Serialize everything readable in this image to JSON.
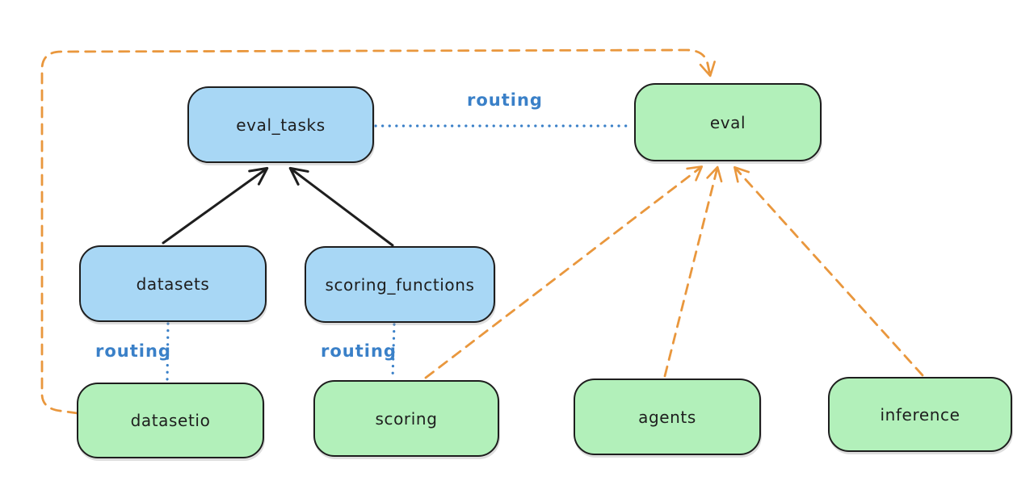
{
  "diagram": {
    "edge_label": "routing",
    "colors": {
      "api_fill": "#a8d7f5",
      "provider_fill": "#b2f0ba",
      "node_stroke": "#1e1e1e",
      "solid_arrow": "#1e1e1e",
      "routing_line": "#3a80c8",
      "dashed_arrow": "#e9973d",
      "background": "#ffffff"
    },
    "nodes": {
      "eval_tasks": {
        "label": "eval_tasks",
        "kind": "api"
      },
      "eval": {
        "label": "eval",
        "kind": "provider"
      },
      "datasets": {
        "label": "datasets",
        "kind": "api"
      },
      "scoring_functions": {
        "label": "scoring_functions",
        "kind": "api"
      },
      "datasetio": {
        "label": "datasetio",
        "kind": "provider"
      },
      "scoring": {
        "label": "scoring",
        "kind": "provider"
      },
      "agents": {
        "label": "agents",
        "kind": "provider"
      },
      "inference": {
        "label": "inference",
        "kind": "provider"
      }
    },
    "edges": [
      {
        "from": "datasets",
        "to": "eval_tasks",
        "style": "solid",
        "color": "#1e1e1e",
        "arrow": true,
        "label": ""
      },
      {
        "from": "scoring_functions",
        "to": "eval_tasks",
        "style": "solid",
        "color": "#1e1e1e",
        "arrow": true,
        "label": ""
      },
      {
        "from": "eval_tasks",
        "to": "eval",
        "style": "dotted",
        "color": "#3a80c8",
        "arrow": false,
        "label": "routing"
      },
      {
        "from": "datasets",
        "to": "datasetio",
        "style": "dotted",
        "color": "#3a80c8",
        "arrow": false,
        "label": "routing"
      },
      {
        "from": "scoring_functions",
        "to": "scoring",
        "style": "dotted",
        "color": "#3a80c8",
        "arrow": false,
        "label": "routing"
      },
      {
        "from": "datasetio",
        "to": "eval",
        "style": "dashed",
        "color": "#e9973d",
        "arrow": true,
        "label": "",
        "route": "around-left-and-top"
      },
      {
        "from": "scoring",
        "to": "eval",
        "style": "dashed",
        "color": "#e9973d",
        "arrow": true,
        "label": ""
      },
      {
        "from": "agents",
        "to": "eval",
        "style": "dashed",
        "color": "#e9973d",
        "arrow": true,
        "label": ""
      },
      {
        "from": "inference",
        "to": "eval",
        "style": "dashed",
        "color": "#e9973d",
        "arrow": true,
        "label": ""
      }
    ]
  }
}
